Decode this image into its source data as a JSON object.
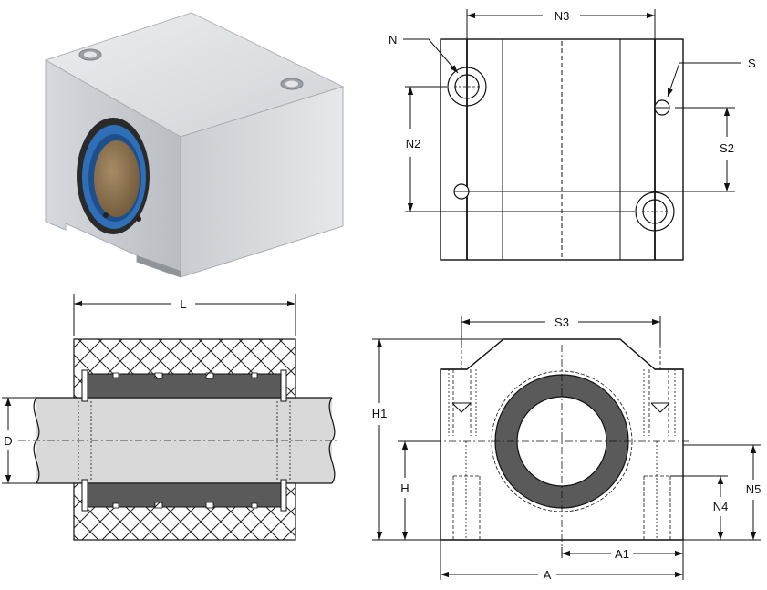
{
  "labels": {
    "n3": "N3",
    "n": "N",
    "s": "S",
    "n2": "N2",
    "s2": "S2",
    "l": "L",
    "d": "D",
    "s3": "S3",
    "h1": "H1",
    "h": "H",
    "n4": "N4",
    "n5": "N5",
    "a1": "A1",
    "a": "A"
  },
  "colors": {
    "line": "#111111",
    "housing_light": "#dcdfe3",
    "housing_mid": "#c4c8cd",
    "housing_dark": "#a3a8ae",
    "seal_blue": "#2f6fb7",
    "bushing_bronze": "#8c7555",
    "bearing_dark": "#5a5a5a",
    "shaft_gray": "#d9d9d9",
    "crosshatch": "#222222"
  },
  "icons": {
    "dimension_arrow": "arrowhead",
    "hole_marker": "circle-with-crossline"
  }
}
